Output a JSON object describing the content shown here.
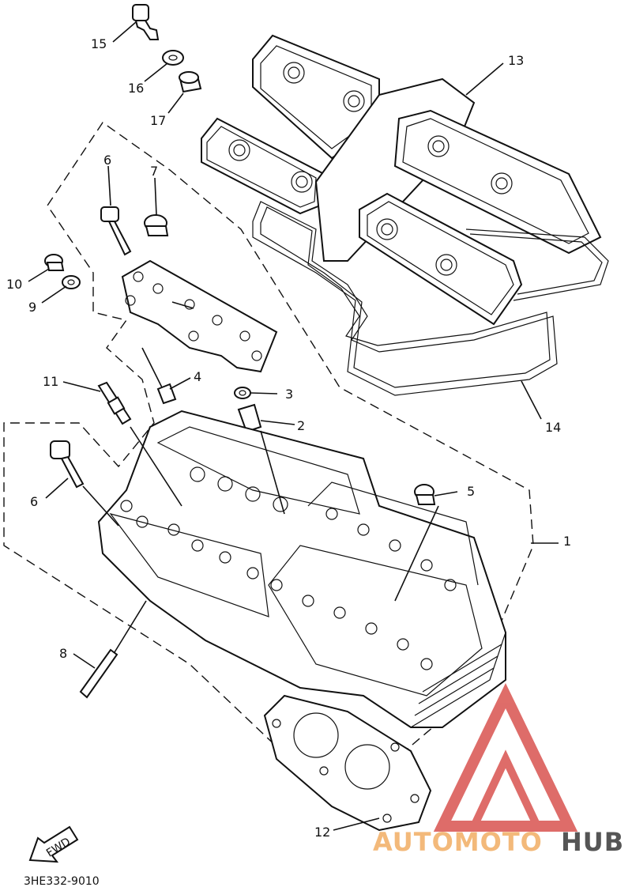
{
  "callouts": {
    "c1": "1",
    "c2": "2",
    "c3": "3",
    "c4": "4",
    "c5": "5",
    "c6a": "6",
    "c6b": "6",
    "c7": "7",
    "c8": "8",
    "c9": "9",
    "c10": "10",
    "c11": "11",
    "c12": "12",
    "c13": "13",
    "c14": "14",
    "c15": "15",
    "c16": "16",
    "c17": "17"
  },
  "fwd_label": "FWD",
  "diagram_code": "3HE332-9010",
  "watermark": {
    "part1": "AUTOMOTO",
    "part2": "HUB",
    "color_light": "#f3b97a",
    "color_dark": "#555555",
    "logo_color": "#d9534f"
  }
}
